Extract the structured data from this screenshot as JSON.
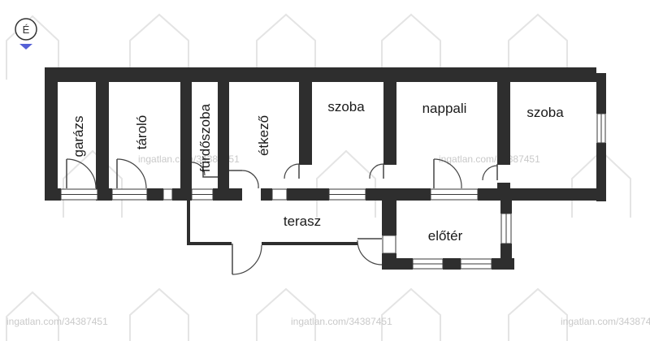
{
  "compass": {
    "label": "É",
    "icon": "north-arrow-icon"
  },
  "watermark": {
    "text": "ingatlan.com/34387451",
    "icon": "house-logo-icon",
    "color": "#e4e4e4"
  },
  "rooms": {
    "garazs": "garázs",
    "tarolo": "tároló",
    "furdoszoba": "fürdőszoba",
    "etkezo": "étkező",
    "szoba_1": "szoba",
    "nappali": "nappali",
    "szoba_2": "szoba",
    "terasz": "terasz",
    "eloter": "előtér"
  },
  "colors": {
    "wall": "#2e2e2e",
    "background": "#ffffff",
    "accent_compass": "#5560d6"
  }
}
